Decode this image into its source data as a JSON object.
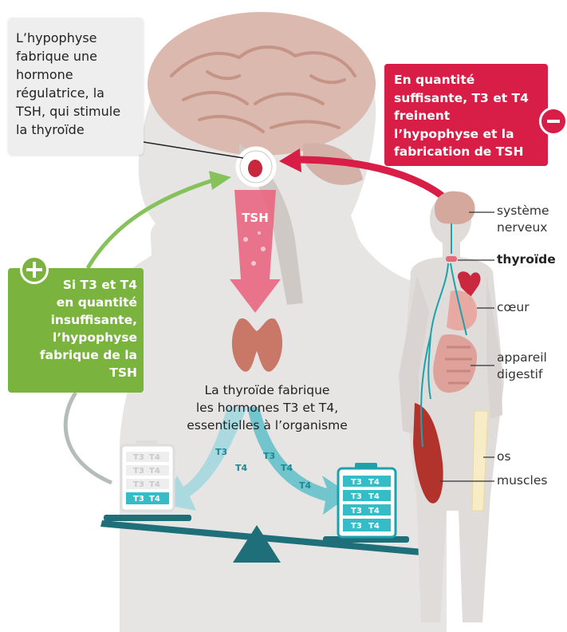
{
  "callouts": {
    "hypophysis": "L’hypophyse\nfabrique une\nhormone\nrégulatrice, la\nTSH, qui stimule\nla thyroïde",
    "sufficient": "En quantité\nsuffisante, T3 et T4\nfreinent\nl’hypophyse et la\nfabrication de TSH",
    "insufficient": "Si T3 et T4\nen quantité\ninsuffisante,\nl’hypophyse\nfabrique de la\nTSH",
    "thyroid_makes": "La thyroïde fabrique\nles hormones T3 et T4,\nessentielles à l’organisme"
  },
  "labels": {
    "tsh": "TSH",
    "t3": "T3",
    "t4": "T4"
  },
  "organs": [
    {
      "label": "système\nnerveux",
      "bold": false
    },
    {
      "label": "thyroïde",
      "bold": true
    },
    {
      "label": "cœur",
      "bold": false
    },
    {
      "label": "appareil\ndigestif",
      "bold": false
    },
    {
      "label": "os",
      "bold": false
    },
    {
      "label": "muscles",
      "bold": false
    }
  ],
  "colors": {
    "red": "#d81d46",
    "green": "#7ab43f",
    "teal": "#1aa3ad",
    "gray_box": "#eeeeee"
  }
}
